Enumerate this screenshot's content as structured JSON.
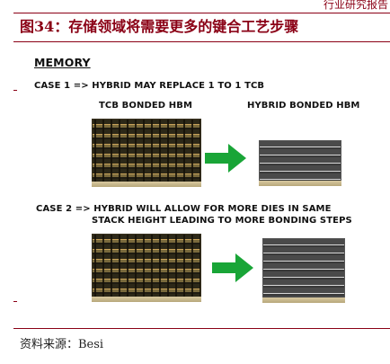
{
  "header": {
    "top_right_text": "行业研究报告"
  },
  "figure": {
    "title": "图34：存储领域将需要更多的键合工艺步骤"
  },
  "slide": {
    "heading": "MEMORY",
    "case1": "CASE 1 => HYBRID MAY REPLACE  1 TO 1 TCB",
    "label_tcb": "TCB BONDED HBM",
    "label_hybrid": "HYBRID  BONDED HBM",
    "case2_line1": "CASE 2 => HYBRID WILL ALLOW FOR MORE DIES IN SAME",
    "case2_line2": "STACK HEIGHT  LEADING TO MORE BONDING STEPS",
    "arrow_color": "#19a537"
  },
  "footer": {
    "source": "资料来源：Besi"
  }
}
